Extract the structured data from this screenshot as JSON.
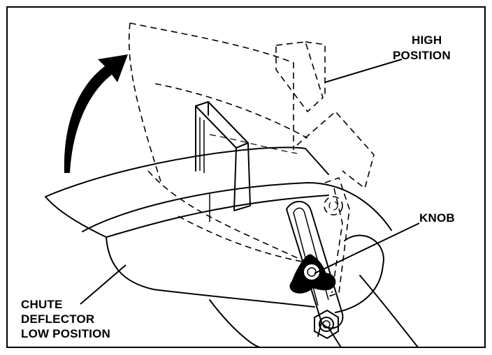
{
  "labels": {
    "high_line1": "HIGH",
    "high_line2": "POSITION",
    "knob": "KNOB",
    "chute_line1": "CHUTE",
    "chute_line2": "DEFLECTOR",
    "chute_line3": "LOW POSITION"
  },
  "colors": {
    "ink": "#000000",
    "paper": "#ffffff"
  },
  "icons": {
    "arrow": "curved-arrow-up-icon",
    "knob": "three-lobe-knob-icon",
    "nut": "hex-nut-icon"
  }
}
